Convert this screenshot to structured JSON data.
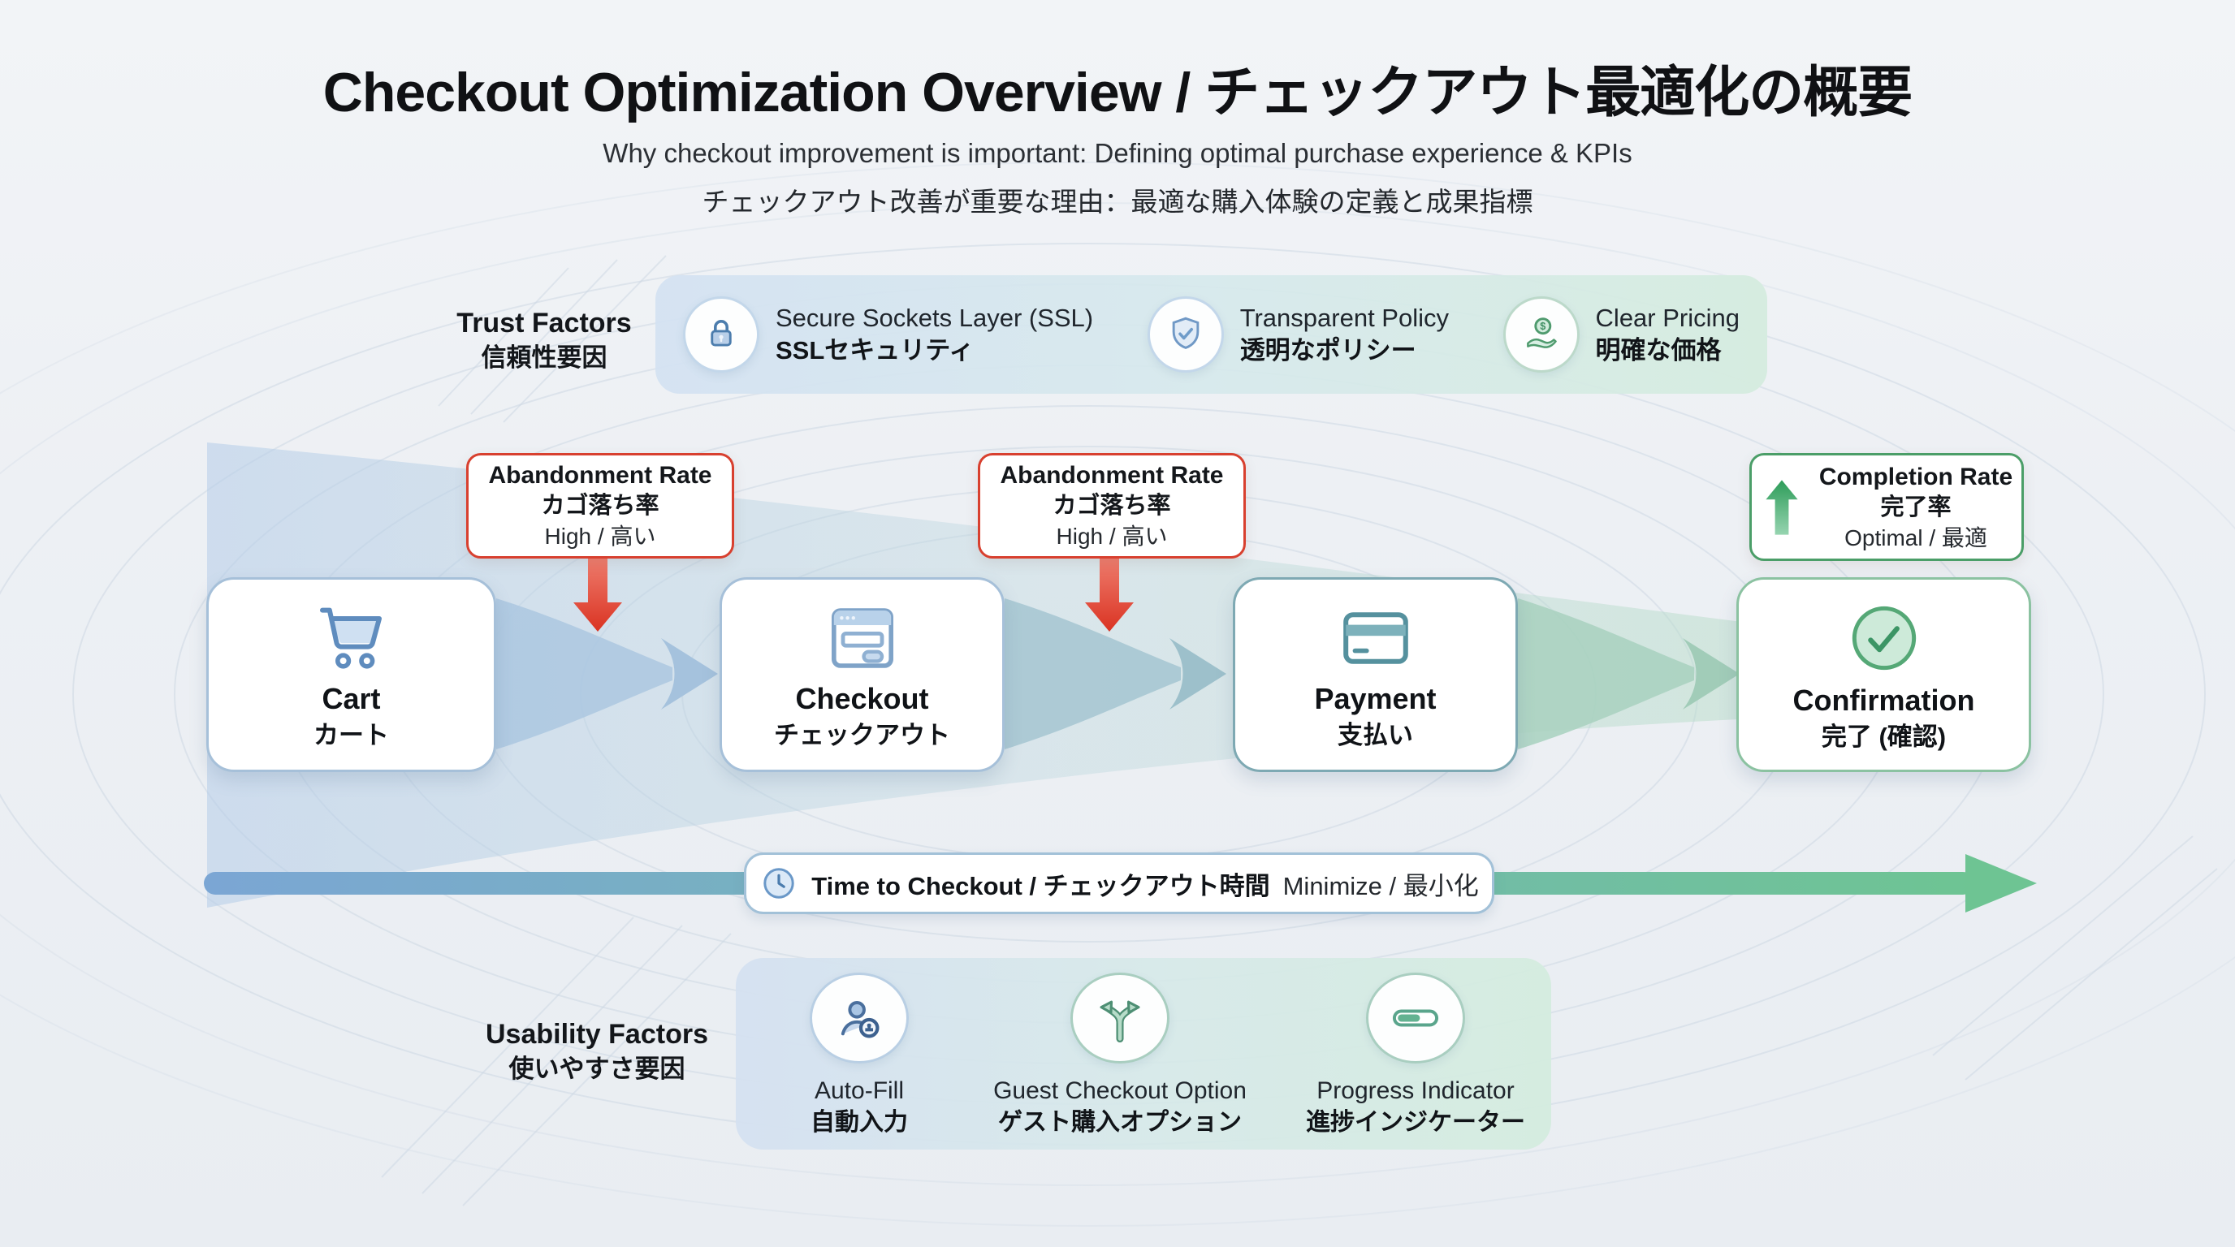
{
  "header": {
    "title": "Checkout Optimization Overview / チェックアウト最適化の概要",
    "subtitle_en": "Why checkout improvement is important: Defining optimal purchase experience & KPIs",
    "subtitle_ja": "チェックアウト改善が重要な理由：最適な購入体験の定義と成果指標"
  },
  "trust": {
    "label_en": "Trust Factors",
    "label_ja": "信頼性要因",
    "items": [
      {
        "icon": "lock-icon",
        "en": "Secure Sockets Layer (SSL)",
        "ja": "SSLセキュリティ"
      },
      {
        "icon": "shield-check-icon",
        "en": "Transparent Policy",
        "ja": "透明なポリシー"
      },
      {
        "icon": "hand-coin-icon",
        "en": "Clear Pricing",
        "ja": "明確な価格"
      }
    ]
  },
  "metrics": {
    "abandonment_cart": {
      "title_en": "Abandonment Rate",
      "title_ja": "カゴ落ち率",
      "value": "High / 高い"
    },
    "abandonment_checkout": {
      "title_en": "Abandonment Rate",
      "title_ja": "カゴ落ち率",
      "value": "High / 高い"
    },
    "completion": {
      "title_en": "Completion Rate",
      "title_ja": "完了率",
      "value": "Optimal / 最適"
    }
  },
  "funnel_steps": [
    {
      "icon": "cart-icon",
      "en": "Cart",
      "ja": "カート"
    },
    {
      "icon": "checkout-window-icon",
      "en": "Checkout",
      "ja": "チェックアウト"
    },
    {
      "icon": "credit-card-icon",
      "en": "Payment",
      "ja": "支払い"
    },
    {
      "icon": "check-circle-icon",
      "en": "Confirmation",
      "ja": "完了 (確認)"
    }
  ],
  "timeline": {
    "label_strong": "Time to Checkout / チェックアウト時間",
    "label_normal": "Minimize / 最小化"
  },
  "usability": {
    "label_en": "Usability Factors",
    "label_ja": "使いやすさ要因",
    "items": [
      {
        "icon": "autofill-user-icon",
        "en": "Auto-Fill",
        "ja": "自動入力"
      },
      {
        "icon": "branch-arrows-icon",
        "en": "Guest Checkout Option",
        "ja": "ゲスト購入オプション"
      },
      {
        "icon": "progress-bar-icon",
        "en": "Progress Indicator",
        "ja": "進捗インジケーター"
      }
    ]
  },
  "colors": {
    "negative_red": "#d8402f",
    "positive_green": "#4b9e68",
    "funnel_blue": "#a6c0d9",
    "funnel_teal": "#7ea9b3",
    "timeline_blue": "#7ba6d4",
    "timeline_green": "#6ec493"
  }
}
